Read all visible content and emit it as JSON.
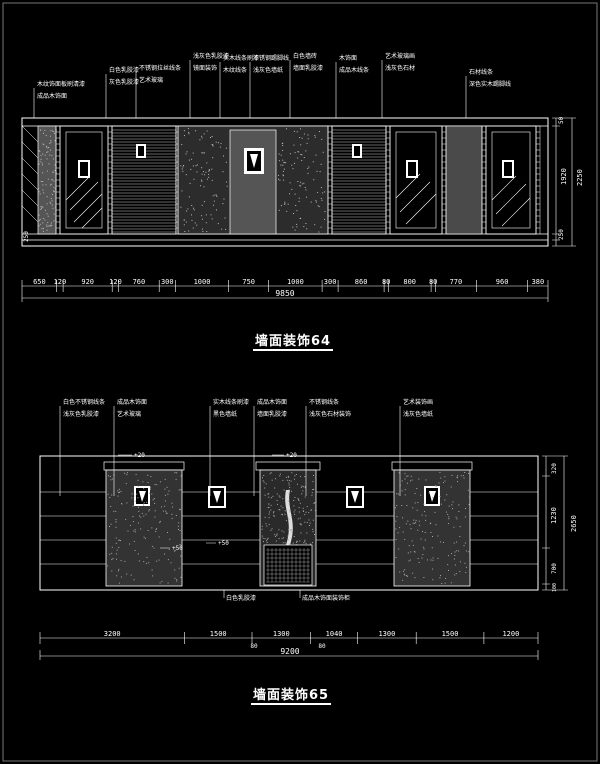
{
  "palette": {
    "bg": "#000000",
    "line": "#ffffff",
    "dim": "#ffffff",
    "annot": "#ffffff",
    "mark": "#d8d8d8"
  },
  "e64": {
    "title": "墙面装饰64",
    "dims_bottom": [
      "650",
      "120",
      "920",
      "120",
      "760",
      "300",
      "1000",
      "750",
      "1000",
      "300",
      "860",
      "80",
      "800",
      "80",
      "770",
      "960",
      "380"
    ],
    "dim_total": "9850",
    "dims_right": [
      "50",
      "1920",
      "250",
      "250",
      "2250"
    ],
    "labels_top": [
      "木纹饰面板刷清漆",
      "成品木饰面",
      "白色乳胶漆",
      "灰色乳胶漆",
      "不锈钢拉丝线条",
      "艺术玻璃",
      "浅灰色乳胶漆",
      "镜面装饰",
      "实木线条刷漆",
      "木纹线条",
      "不锈钢踢脚线",
      "浅灰色墙纸",
      "白色墙砖",
      "墙面乳胶漆",
      "木饰面",
      "成品木线条",
      "艺术玻璃画",
      "浅灰色石材",
      "石材线条",
      "深色实木踢脚线"
    ]
  },
  "e65": {
    "title": "墙面装饰65",
    "dims_bottom": [
      "3200",
      "1500",
      "1300",
      "1040",
      "1300",
      "1500",
      "1200"
    ],
    "dims_bottom_sub": [
      "80",
      "80"
    ],
    "dim_total": "9200",
    "dims_right": [
      "320",
      "1230",
      "700",
      "100",
      "2650"
    ],
    "labels_top": [
      "白色不锈钢线条",
      "浅灰色乳胶漆",
      "成品木饰面",
      "艺术玻璃",
      "实木线条刷漆",
      "黑色墙纸",
      "成品木饰面",
      "墙面乳胶漆",
      "不锈钢线条",
      "浅灰色石材装饰",
      "艺术装饰画",
      "浅灰色墙纸"
    ],
    "labels_bottom": [
      "白色乳胶漆",
      "成品木饰面装饰柜"
    ],
    "level_marks": [
      "+20",
      "+20",
      "+50",
      "+50"
    ]
  }
}
